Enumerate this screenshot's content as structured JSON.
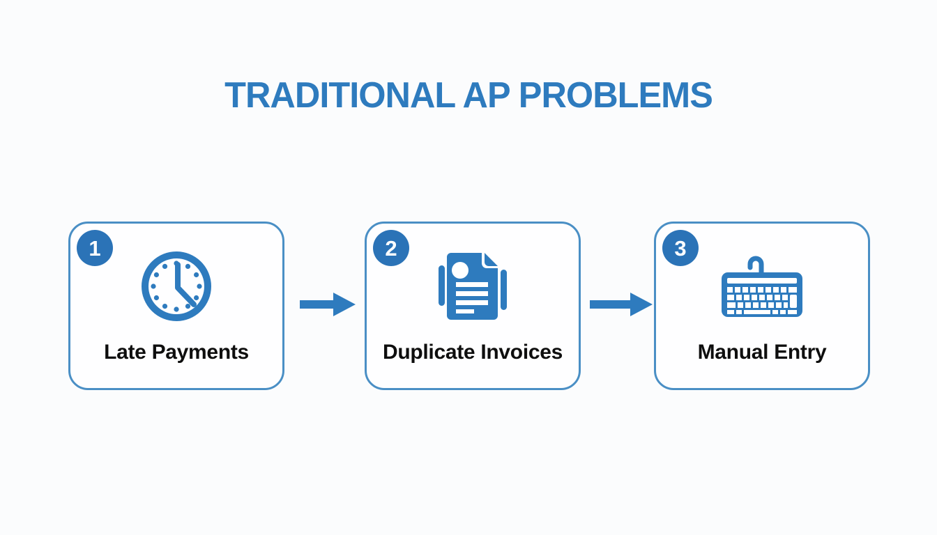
{
  "title": "TRADITIONAL AP PROBLEMS",
  "colors": {
    "primary": "#2E7BBE",
    "badge_fill": "#2B73B7",
    "badge_number_text": "#FFFFFF",
    "card_border": "#4A8FC5",
    "card_background": "#FEFEFF",
    "label_text": "#0E0E0E",
    "background": "#FBFCFD"
  },
  "steps": [
    {
      "number": "1",
      "label": "Late Payments",
      "icon": "clock-icon"
    },
    {
      "number": "2",
      "label": "Duplicate Invoices",
      "icon": "invoice-document-icon"
    },
    {
      "number": "3",
      "label": "Manual Entry",
      "icon": "keyboard-icon"
    }
  ]
}
